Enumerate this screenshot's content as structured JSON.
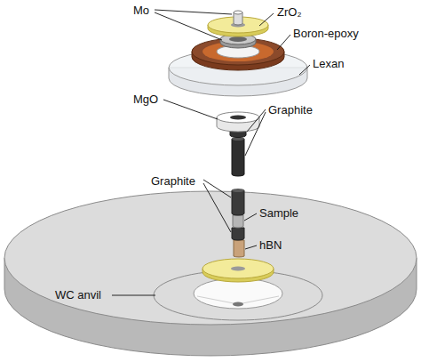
{
  "diagram": {
    "labels": [
      "Mo",
      "ZrO₂",
      "Boron-epoxy",
      "Lexan",
      "MgO",
      "Graphite",
      "Graphite",
      "Sample",
      "hBN",
      "WC anvil"
    ]
  }
}
